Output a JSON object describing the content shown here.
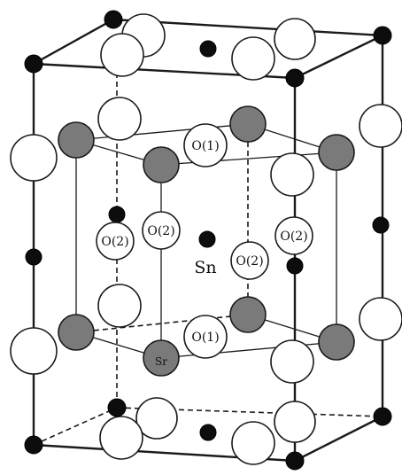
{
  "labels": {
    "o1_top": "O(1)",
    "o1_bottom": "O(1)",
    "o2_left": "O(2)",
    "o2_center": "O(2)",
    "o2_right_inner": "O(2)",
    "o2_right_outer": "O(2)",
    "sn": "Sn",
    "sr": "Sr"
  }
}
